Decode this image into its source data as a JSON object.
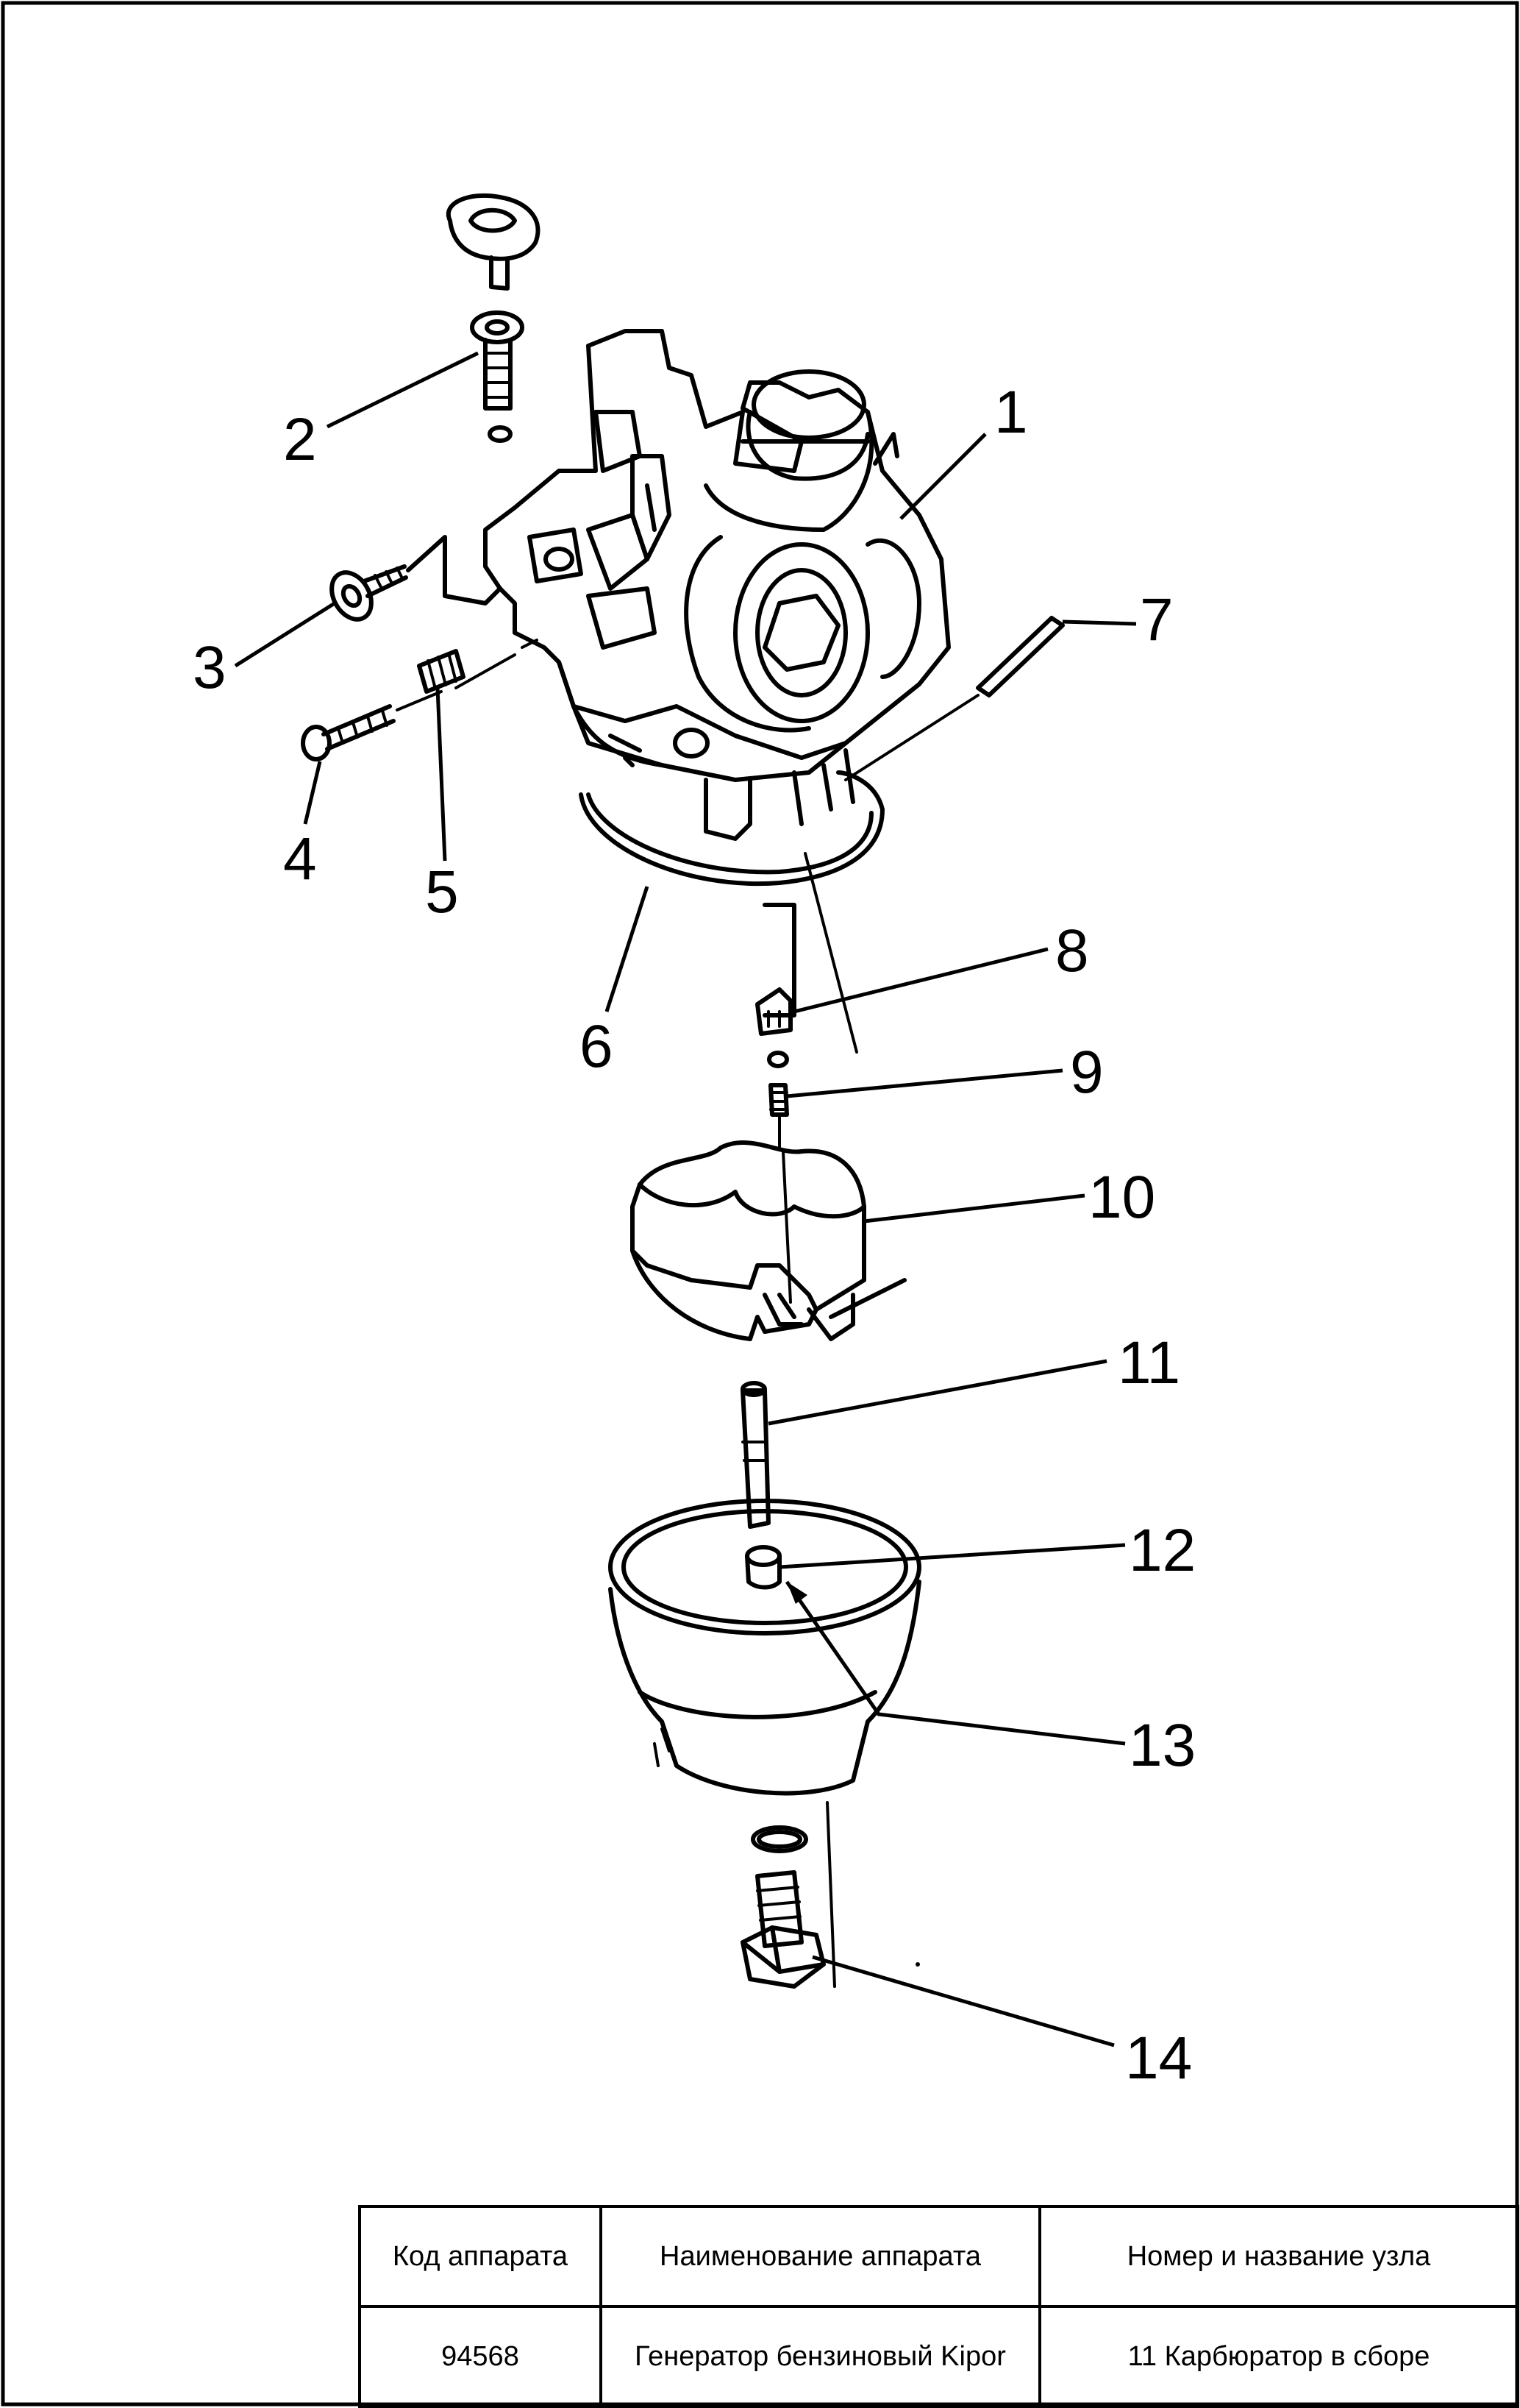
{
  "callouts": [
    "1",
    "2",
    "3",
    "4",
    "5",
    "6",
    "7",
    "8",
    "9",
    "10",
    "11",
    "12",
    "13",
    "14"
  ],
  "title_block": {
    "headers": [
      "Код аппарата",
      "Наименование аппарата",
      "Номер и название узла"
    ],
    "values": [
      "94568",
      "Генератор бензиновый Kipor",
      "11 Карбюратор в сборе"
    ]
  }
}
